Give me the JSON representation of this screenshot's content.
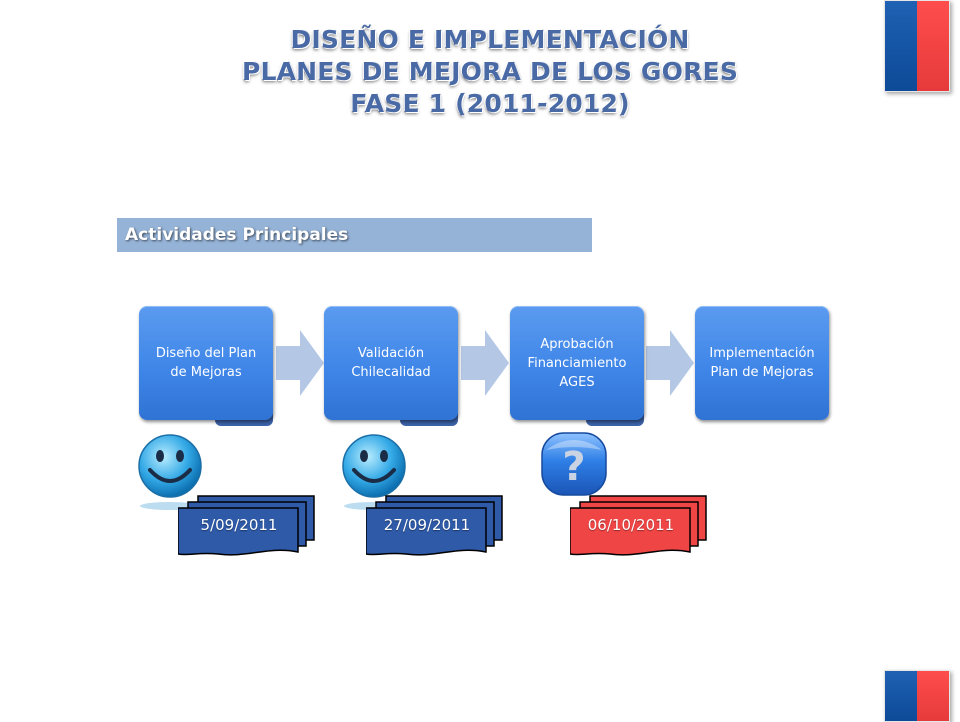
{
  "title": {
    "line1": "DISEÑO E IMPLEMENTACIÓN",
    "line2": "PLANES DE MEJORA DE LOS GORES",
    "line3": "FASE 1  (2011-2012)"
  },
  "section": {
    "label": "Actividades Principales"
  },
  "steps": [
    {
      "label": "Diseño del Plan de Mejoras"
    },
    {
      "label": "Validación Chilecalidad"
    },
    {
      "label": "Aprobación Financiamiento AGES"
    },
    {
      "label": "Implementación Plan de Mejoras"
    }
  ],
  "status_icons": [
    "smiley-icon",
    "smiley-icon",
    "question-icon"
  ],
  "dates": [
    {
      "label": "5/09/2011",
      "color": "#2e5aa8"
    },
    {
      "label": "27/09/2011",
      "color": "#2e5aa8"
    },
    {
      "label": "06/10/2011",
      "color": "#f04545"
    }
  ],
  "colors": {
    "title": "#4a6aa6",
    "section_bar": "#95b3d7",
    "step": "#3f86e8",
    "arrow": "#b4c8e6",
    "date_blue": "#2e5aa8",
    "date_red": "#f04545"
  }
}
